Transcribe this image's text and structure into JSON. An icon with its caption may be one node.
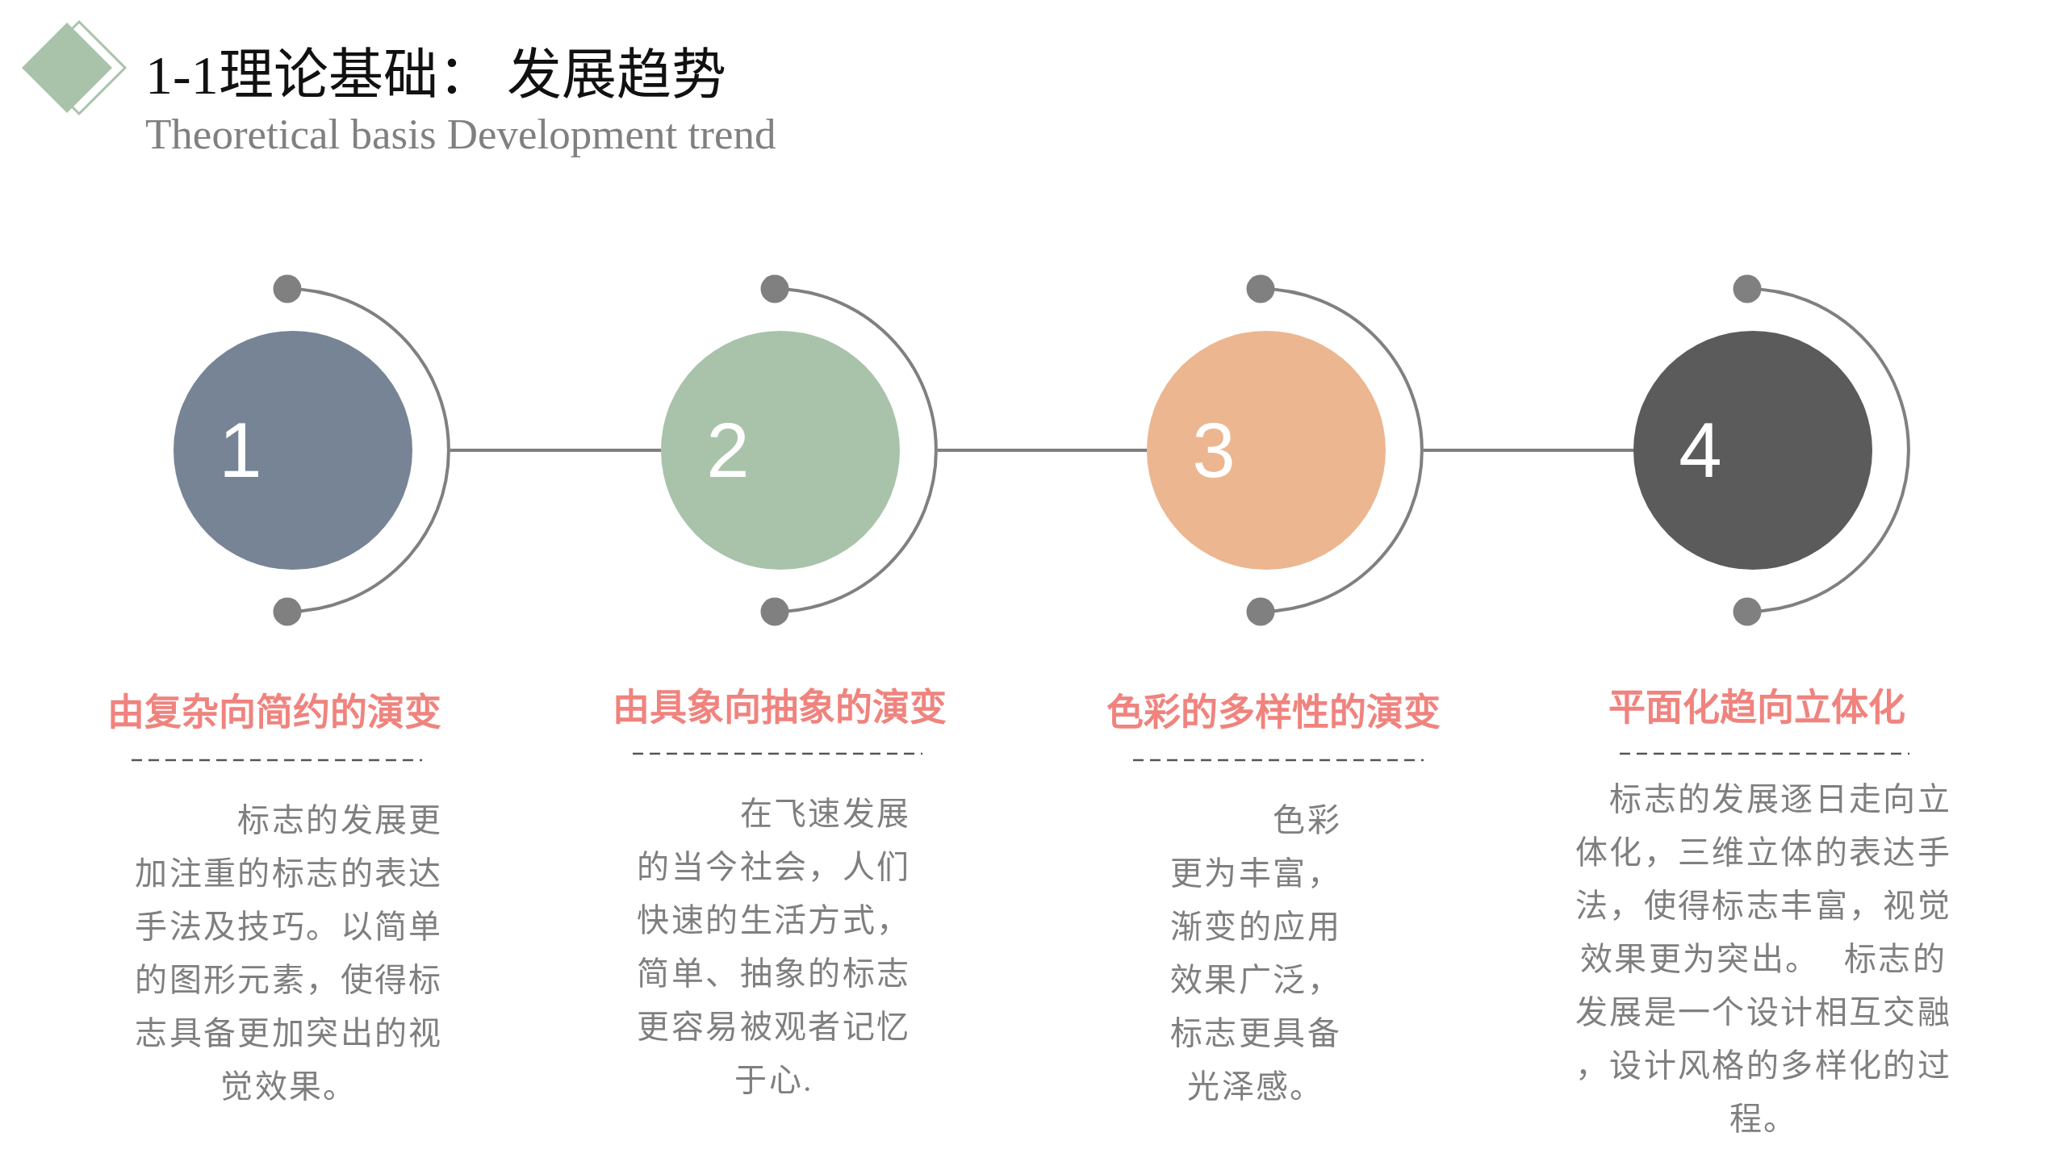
{
  "diagram": {
    "title": "1-1理论基础： 发展趋势",
    "nodes": [
      {
        "text": [
          "1"
        ],
        "beside": [
          "由复杂向简约的演变",
          "标志的发展更加注重的标志的表达手法及技巧。以简单的图形元素，使得标志具备更加突出的视觉效果。"
        ]
      },
      {
        "text": [
          "2"
        ],
        "beside": [
          "由具象向抽象的演变",
          "在飞速发展的当今社会，人们快速的生活方式，简单、抽象的标志更容易被观者记忆于心."
        ]
      },
      {
        "text": [
          "3"
        ],
        "beside": [
          "色彩的多样性的演变",
          "色彩更为丰富，渐变的应用效果广泛，标志更具备光泽感。"
        ]
      },
      {
        "text": [
          "4"
        ],
        "beside": [
          "平面化趋向立体化",
          "标志的发展逐日走向立体化，三维立体的表达手法，使得标志丰富，视觉效果更为突出。 标志的发展是一个设计相互交融，设计风格的多样化的过程。"
        ]
      }
    ],
    "edges": [
      {
        "from": 0,
        "to": 1,
        "arrow": "none"
      },
      {
        "from": 1,
        "to": 2,
        "arrow": "none"
      },
      {
        "from": 2,
        "to": 3,
        "arrow": "none"
      }
    ],
    "labels": [
      "Theoretical basis Development trend"
    ]
  }
}
